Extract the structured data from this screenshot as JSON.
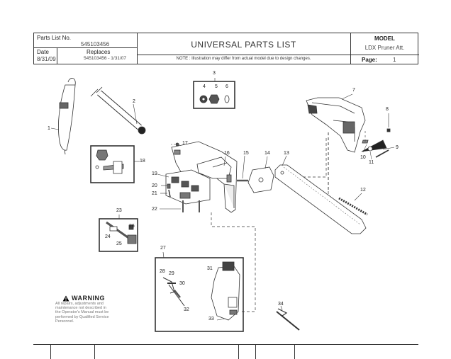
{
  "header": {
    "parts_list_label": "Parts List No.",
    "parts_list_no": "545103456",
    "date_label": "Date",
    "date": "8/31/09",
    "replaces_label": "Replaces",
    "replaces": "545103456 - 1/31/07",
    "title": "UNIVERSAL PARTS LIST",
    "note": "NOTE : Illustration may differ from actual model due to design changes.",
    "model_label": "MODEL",
    "model": "LDX Pruner Att.",
    "page_label": "Page:",
    "page": "1"
  },
  "callouts": {
    "c1": "1",
    "c2": "2",
    "c3": "3",
    "c4": "4",
    "c5": "5",
    "c6": "6",
    "c7": "7",
    "c8": "8",
    "c9": "9",
    "c10": "10",
    "c11": "11",
    "c12": "12",
    "c13": "13",
    "c14": "14",
    "c15": "15",
    "c16": "16",
    "c17": "17",
    "c18": "18",
    "c19": "19",
    "c20": "20",
    "c21": "21",
    "c22": "22",
    "c23": "23",
    "c24": "24",
    "c25": "25",
    "c26": "26",
    "c27": "27",
    "c28": "28",
    "c29": "29",
    "c30": "30",
    "c31": "31",
    "c32": "32",
    "c33": "33",
    "c34": "34"
  },
  "warning": {
    "icon": "warning-triangle-icon",
    "title": "WARNING",
    "lines": [
      "All repairs, adjustments and",
      "maintenance not described in",
      "the Operator's Manual must be",
      "performed by Qualified Service",
      "Personnel."
    ]
  }
}
